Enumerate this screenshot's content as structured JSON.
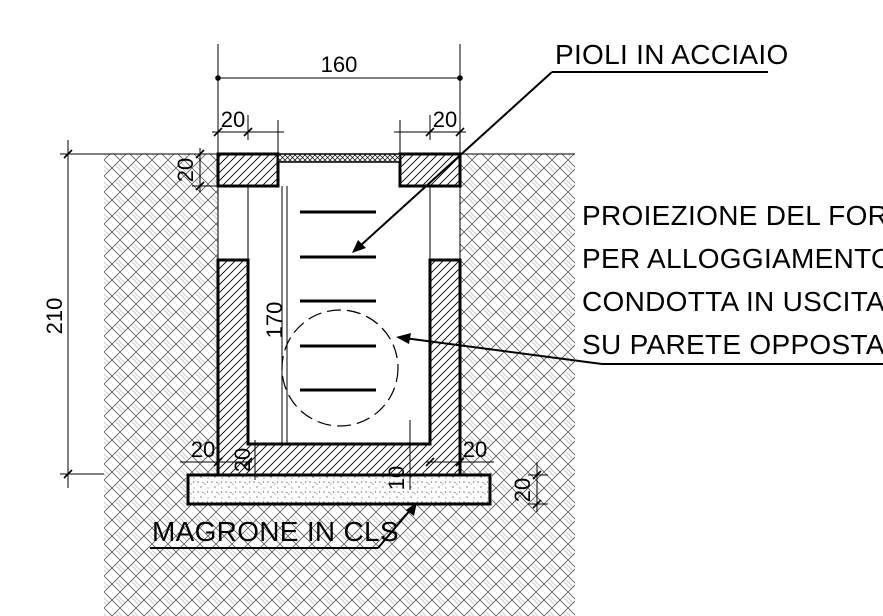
{
  "labels": {
    "pioli": "PIOLI IN ACCIAIO",
    "proiezione": [
      "PROIEZIONE DEL FORO",
      "PER ALLOGGIAMENTO",
      "CONDOTTA IN USCITA",
      "SU PARETE OPPOSTA"
    ],
    "magrone": "MAGRONE IN CLS"
  },
  "dimensions": {
    "total_width": "160",
    "top_left_wall": "20",
    "top_right_wall": "20",
    "cover_thickness": "20",
    "total_height": "210",
    "inner_height": "170",
    "bottom_left_wall": "20",
    "bottom_right_wall": "20",
    "base_thickness": "20",
    "base_slab_offset": "10",
    "magrone_thickness": "20"
  }
}
